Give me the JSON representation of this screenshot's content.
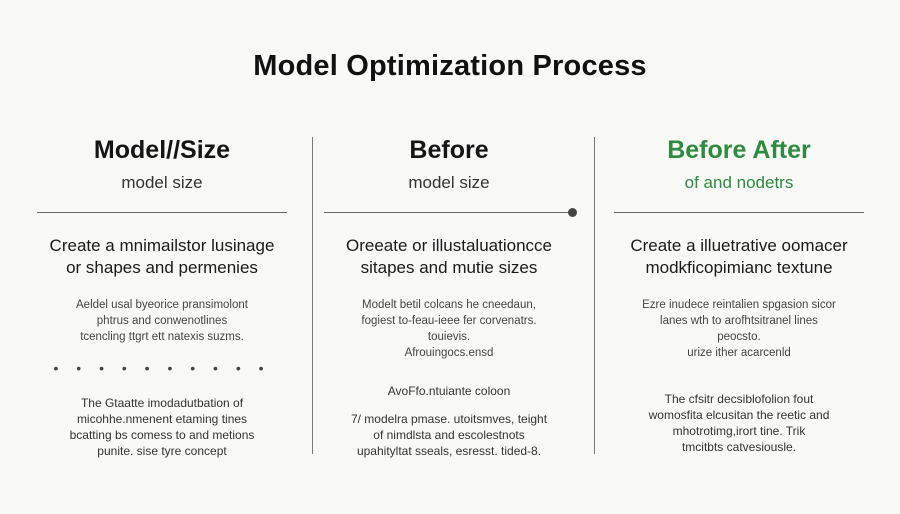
{
  "title": "Model Optimization Process",
  "colors": {
    "accent_green": "#2e8b3f",
    "text": "#1c1c1c",
    "background": "#f9f9f8"
  },
  "columns": [
    {
      "heading": "Model//Size",
      "subheading": "model size",
      "lead": [
        "Create a mnimailstor lusinage",
        "or shapes and permenies"
      ],
      "body": [
        "Aeldel usal byeorice pransimolont",
        "phtrus and conwenotlines",
        "tcencling ttgrt ett natexis suzms."
      ],
      "body2": [
        "The Gtaatte imodadutbation of",
        "micohhe.nmenent etaming tines",
        "bcatting bs comess to and metions",
        "punite. sise tyre concept"
      ]
    },
    {
      "heading": "Before",
      "subheading": "model size",
      "lead": [
        "Oreeate or illustaluationcce",
        "sitapes and mutie sizes"
      ],
      "body": [
        "Modelt betil colcans he cneedaun,",
        "fogiest to-feau-ieee fer corvenatrs.",
        "touievis.",
        "Afrouingocs.ensd"
      ],
      "body2": [
        "AvoFfo.ntuiante coloon",
        "7/ modelra pmase. utoitsmves, teight",
        "of nimdlsta and escolestnots",
        "upahityltat sseals, esresst. tided-8."
      ]
    },
    {
      "heading": "Before After",
      "subheading": "of and nodetrs",
      "lead": [
        "Create a illuetrative oomacer",
        "modkficopimianc textune"
      ],
      "body": [
        "Ezre inudece reintalien spgasion sicor",
        "lanes wth to arofhtsitranel lines",
        "peocsto.",
        "urize ither acarcenld"
      ],
      "body2": [
        "The cfsitr decsiblofolion fout",
        "womosfita elcusitan the reetic and",
        "mhotrotimg,irort tine. Trik",
        "tmcitbts catvesiousle."
      ]
    }
  ],
  "separator_dots": "• • • • • • • • • •"
}
